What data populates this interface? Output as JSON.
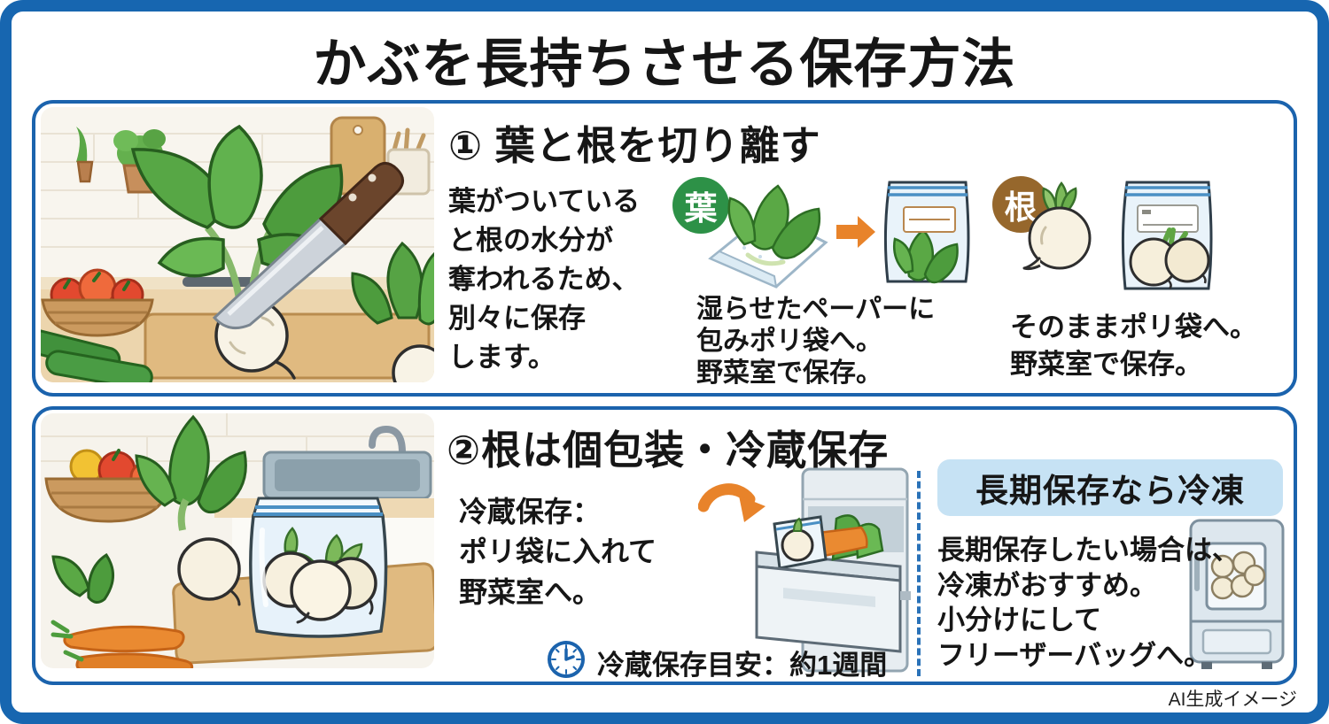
{
  "title": "かぶを長持ちさせる保存方法",
  "section1": {
    "heading": "① 葉と根を切り離す",
    "description": "葉がついている\nと根の水分が\n奪われるため、\n別々に保存\nします。",
    "leaf_badge": "葉",
    "leaf_caption": "湿らせたペーパーに\n包みポリ袋へ。\n野菜室で保存。",
    "root_badge": "根",
    "root_caption": "そのままポリ袋へ。\n野菜室で保存。"
  },
  "section2": {
    "heading": "②根は個包装・冷蔵保存",
    "refrigerate_caption": "冷蔵保存：\nポリ袋に入れて\n野菜室へ。",
    "duration_note": "冷蔵保存目安：約1週間",
    "freeze_title": "長期保存なら冷凍",
    "freeze_caption": "長期保存したい場合は、\n冷凍がおすすめ。\n小分けにして\nフリーザーバッグへ。"
  },
  "footer": {
    "credit": "AI生成イメージ"
  },
  "colors": {
    "frame_blue": "#1766b0",
    "panel_border_blue": "#1b63ad",
    "leaf_badge_green": "#2d9147",
    "root_badge_brown": "#96672c",
    "arrow_orange": "#e8832a",
    "freeze_box_blue": "#c6e2f4",
    "divider_blue": "#2a72b8",
    "text_black": "#161616"
  }
}
